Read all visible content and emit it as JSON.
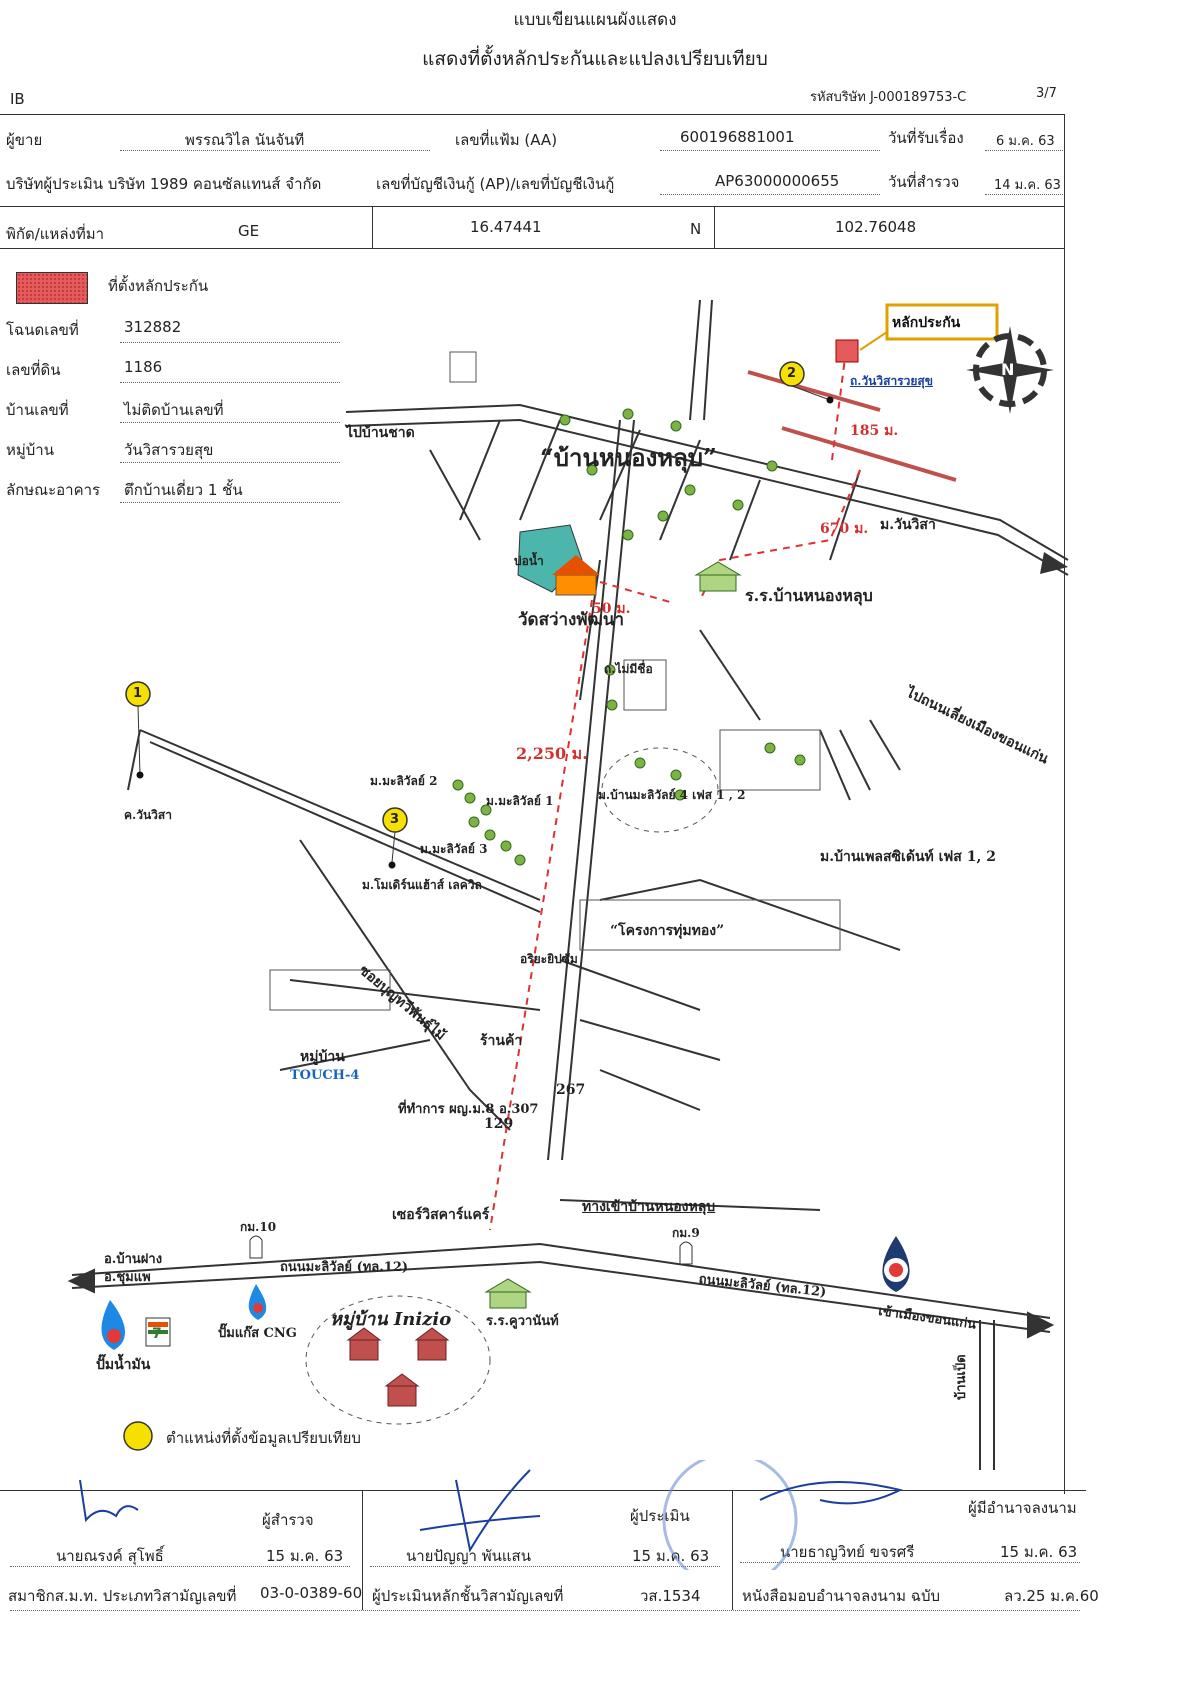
{
  "title": {
    "line1": "แบบเขียนแผนผังแสดง",
    "line2": "แสดงที่ตั้งหลักประกันและแปลงเปรียบเทียบ"
  },
  "header": {
    "left_code": "IB",
    "company_code": "รหัสบริษัท J-000189753-C",
    "page": "3/7",
    "row1": {
      "label": "ผู้ขาย",
      "name": "พรรณวิไล นันจันที",
      "file_label": "เลขที่แฟ้ม (AA)",
      "file_no": "600196881001",
      "recv_label": "วันที่รับเรื่อง",
      "recv_date": "6 ม.ค. 63"
    },
    "row2": {
      "label": "บริษัทผู้ประเมิน บริษัท 1989 คอนซัลแทนส์ จำกัด",
      "acct_label": "เลขที่บัญชีเงินกู้ (AP)/เลขที่บัญชีเงินกู้",
      "acct_no": "AP63000000655",
      "survey_label": "วันที่สำรวจ",
      "survey_date": "14 ม.ค. 63"
    },
    "row3": {
      "label": "พิกัด/แหล่งที่มา",
      "source": "GE",
      "lat": "16.47441",
      "dir": "N",
      "lon": "102.76048"
    }
  },
  "legend": {
    "collateral": "ที่ตั้งหลักประกัน",
    "collateral_color": "#e55a5a",
    "fields": [
      {
        "label": "โฉนดเลขที่",
        "value": "312882"
      },
      {
        "label": "เลขที่ดิน",
        "value": "1186"
      },
      {
        "label": "บ้านเลขที่",
        "value": "ไม่ติดบ้านเลขที่"
      },
      {
        "label": "หมู่บ้าน",
        "value": "วันวิสารวยสุข"
      },
      {
        "label": "ลักษณะอาคาร",
        "value": "ตึกบ้านเดี่ยว 1 ชั้น"
      }
    ],
    "comparable": "ตำแหน่งที่ตั้งข้อมูลเปรียบเทียบ",
    "comparable_color": "#f5e000"
  },
  "map": {
    "collateral_tag": "หลักประกัน",
    "village_title": "“บ้านหนองหลุบ”",
    "to_ban_chat": "ไปบ้านชาด",
    "soi_wanwisa": "ถ.วันวิสารวยสุข",
    "dist_185": "185 ม.",
    "dist_670": "670 ม.",
    "dist_50": "50 ม.",
    "dist_2250": "2,250 ม.",
    "m_wanwisa": "ม.วันวิสา",
    "pond": "บ่อน้ำ",
    "wat": "วัดสว่างพัฒนา",
    "school": "ร.ร.บ้านหนองหลุบ",
    "bypass": "ไปถนนเลี่ยงเมืองขอนแก่น",
    "soi_nameless": "ถ.ไม่มีชื่อ",
    "k_wanwisa": "ค.วันวิสา",
    "m_mali2": "ม.มะลิวัลย์ 2",
    "m_mali1": "ม.มะลิวัลย์ 1",
    "m_mali3": "ม.มะลิวัลย์ 3",
    "m_mali4": "ม.บ้านมะลิวัลย์ 4 เฟส 1 , 2",
    "m_pleasant": "ม.บ้านเพลสซิเด้นท์ เฟส 1, 2",
    "m_lakeville": "ม.โมเดิร์นแฮ้าส์ เลควิล",
    "project": "“โครงการทุ่มทอง”",
    "ariya": "อริยะยิปซั่ม",
    "soi_boonthawi": "ซอยบุญทวีพันธุ์ไม้",
    "shop": "ร้านค้า",
    "touch1": "หมู่บ้าน",
    "touch2": "TOUCH-4",
    "office": "ที่ทำการ ผญ.ม.8 อ.307",
    "n267": "267",
    "n129": "129",
    "service": "เซอร์วิสคาร์แคร์",
    "entrance": "ทางเข้าบ้านหนองหลุบ",
    "km10": "กม.10",
    "km9": "กม.9",
    "a_banfang": "อ.บ้านฝาง",
    "a_chumphae": "อ.ชุมแพ",
    "road_mali_left": "ถนนมะลิวัลย์ (ทล.12)",
    "road_mali_right": "ถนนมะลิวัลย์ (ทล.12)",
    "to_khonkaen": "เข้าเมืองขอนแก่น",
    "ban_pet": "บ้านเป็ด",
    "gas_station": "ปั๊มน้ำมัน",
    "cng": "ปั๊มแก๊ส CNG",
    "inizio": "หมู่บ้าน Inizio",
    "school2": "ร.ร.คูวานันท์",
    "mark1": "1",
    "mark2": "2",
    "mark3": "3",
    "north": "N",
    "seven": "7"
  },
  "footer": {
    "col1": {
      "role": "ผู้สำรวจ",
      "name": "นายณรงค์ สุโพธิ์",
      "date": "15 ม.ค. 63",
      "member_label": "สมาชิกส.ม.ท. ประเภทวิสามัญเลขที่",
      "member_no": "03-0-0389-60"
    },
    "col2": {
      "role": "ผู้ประเมิน",
      "name": "นายปัญญา  พันแสน",
      "date": "15 ม.ค. 63",
      "member_label": "ผู้ประเมินหลักชั้นวิสามัญเลขที่",
      "member_no": "วส.1534"
    },
    "col3": {
      "role": "ผู้มีอำนาจลงนาม",
      "name": "นายธาญวิทย์  ขจรศรี",
      "date": "15 ม.ค. 63",
      "member_label": "หนังสือมอบอำนาจลงนาม ฉบับ",
      "member_no": "ลว.25 ม.ค.60"
    }
  }
}
